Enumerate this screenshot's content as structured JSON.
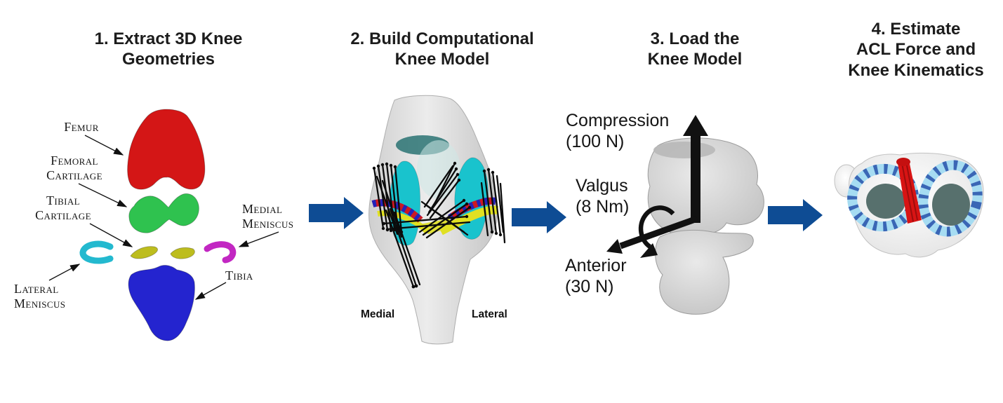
{
  "steps": [
    {
      "title": "1. Extract 3D Knee\nGeometries"
    },
    {
      "title": "2. Build Computational\nKnee Model"
    },
    {
      "title": "3. Load the\nKnee Model"
    },
    {
      "title": "4. Estimate\nACL Force and\nKnee Kinematics"
    }
  ],
  "panel1": {
    "labels": {
      "femur": "Femur",
      "femoral_cartilage": "Femoral\nCartilage",
      "tibial_cartilage": "Tibial\nCartilage",
      "lateral_meniscus": "Lateral\nMeniscus",
      "medial_meniscus": "Medial\nMeniscus",
      "tibia": "Tibia"
    },
    "colors": {
      "femur": "#d41616",
      "femoral_cartilage": "#2fc24f",
      "tibial_cartilage": "#bdbd1e",
      "lateral_meniscus": "#23b9cf",
      "medial_meniscus": "#c227c2",
      "tibia": "#2424cf"
    }
  },
  "panel2": {
    "labels": {
      "medial": "Medial",
      "lateral": "Lateral"
    },
    "colors": {
      "cartilage": "#19c3cd",
      "meniscus": "#e0e022",
      "band_red": "#cc1822",
      "band_blue": "#2222bb"
    }
  },
  "panel3": {
    "loads": {
      "compression": "Compression\n(100 N)",
      "valgus": "Valgus\n(8 Nm)",
      "anterior": "Anterior\n(30 N)"
    }
  },
  "panel4": {
    "colors": {
      "acl": "#d81414",
      "ring_light": "#a6dcf2",
      "ring_dark": "#3a66b5",
      "cartilage_surface": "#57706d"
    }
  },
  "flow": {
    "arrow_color": "#0e4c94"
  }
}
